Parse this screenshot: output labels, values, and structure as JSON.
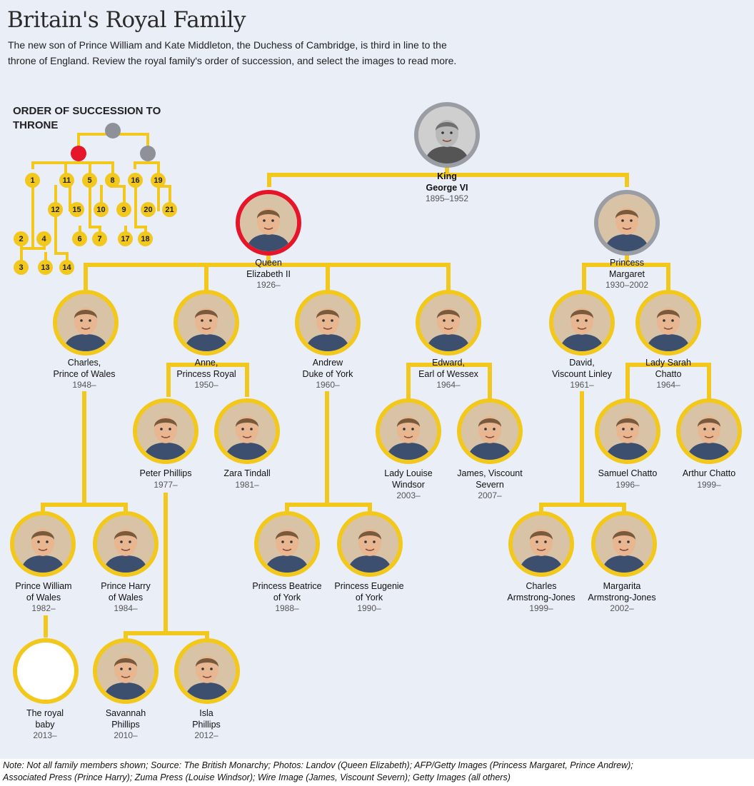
{
  "header": {
    "title": "Britain's Royal Family",
    "intro_lines": [
      "The new son of Prince William and Kate Middleton, the Duchess of Cambridge, is third in line to the",
      "throne of England. Review the royal family's order of succession, and select the images to read more."
    ]
  },
  "succession_key": {
    "title_lines": [
      "ORDER OF SUCCESSION TO",
      "THRONE"
    ],
    "numbers": [
      "1",
      "2",
      "3",
      "4",
      "5",
      "6",
      "7",
      "8",
      "9",
      "10",
      "11",
      "12",
      "13",
      "14",
      "15",
      "16",
      "17",
      "18",
      "19",
      "20",
      "21"
    ]
  },
  "colors": {
    "line": "#f2c81c",
    "king_ring": "#9a9da3",
    "queen_ring": "#e5152a",
    "key_red": "#e5152a",
    "key_grey": "#8e9197",
    "panel_bg": "#e9eef7"
  },
  "people": {
    "george": {
      "name": [
        "King",
        "George VI"
      ],
      "years": "1895–1952"
    },
    "elizabeth": {
      "name": [
        "Queen",
        "Elizabeth II"
      ],
      "years": "1926–"
    },
    "margaret": {
      "name": [
        "Princess",
        "Margaret"
      ],
      "years": "1930–2002"
    },
    "charles": {
      "name": [
        "Charles,",
        "Prince of Wales"
      ],
      "years": "1948–"
    },
    "anne": {
      "name": [
        "Anne,",
        "Princess Royal"
      ],
      "years": "1950–"
    },
    "andrew": {
      "name": [
        "Andrew",
        "Duke of York"
      ],
      "years": "1960–"
    },
    "edward": {
      "name": [
        "Edward,",
        "Earl of Wessex"
      ],
      "years": "1964–"
    },
    "david": {
      "name": [
        "David,",
        "Viscount Linley"
      ],
      "years": "1961–"
    },
    "sarah": {
      "name": [
        "Lady Sarah",
        "Chatto"
      ],
      "years": "1964–"
    },
    "peter": {
      "name": [
        "Peter Phillips"
      ],
      "years": "1977–"
    },
    "zara": {
      "name": [
        "Zara Tindall"
      ],
      "years": "1981–"
    },
    "louise": {
      "name": [
        "Lady Louise",
        "Windsor"
      ],
      "years": "2003–"
    },
    "james": {
      "name": [
        "James, Viscount",
        "Severn"
      ],
      "years": "2007–"
    },
    "samuel": {
      "name": [
        "Samuel Chatto"
      ],
      "years": "1996–"
    },
    "arthur": {
      "name": [
        "Arthur Chatto"
      ],
      "years": "1999–"
    },
    "william": {
      "name": [
        "Prince William",
        "of Wales"
      ],
      "years": "1982–"
    },
    "harry": {
      "name": [
        "Prince Harry",
        "of Wales"
      ],
      "years": "1984–"
    },
    "beatrice": {
      "name": [
        "Princess Beatrice",
        "of York"
      ],
      "years": "1988–"
    },
    "eugenie": {
      "name": [
        "Princess Eugenie",
        "of York"
      ],
      "years": "1990–"
    },
    "charles_aj": {
      "name": [
        "Charles",
        "Armstrong-Jones"
      ],
      "years": "1999–"
    },
    "margarita": {
      "name": [
        "Margarita",
        "Armstrong-Jones"
      ],
      "years": "2002–"
    },
    "baby": {
      "name": [
        "The royal",
        "baby"
      ],
      "years": "2013–"
    },
    "savannah": {
      "name": [
        "Savannah",
        "Phillips"
      ],
      "years": "2010–"
    },
    "isla": {
      "name": [
        "Isla",
        "Phillips"
      ],
      "years": "2012–"
    }
  },
  "footnote": [
    "Note: Not all family members shown; Source: The British Monarchy; Photos: Landov (Queen Elizabeth); AFP/Getty Images (Princess Margaret, Prince Andrew);",
    "Associated Press (Prince Harry); Zuma Press (Louise Windsor); Wire Image (James, Viscount Severn); Getty Images (all others)"
  ]
}
